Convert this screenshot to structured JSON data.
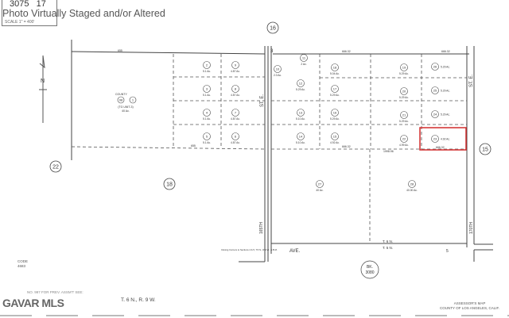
{
  "header": {
    "book": "3075",
    "page": "17",
    "scale": "SCALE 1\" = 400'"
  },
  "watermark": "Photo Virtually Staged and/or Altered",
  "logo": "GAVAR MLS",
  "highlight_color": "#d22b2b",
  "north_label": "N",
  "adjacent_pages": [
    "16",
    "22",
    "18",
    "15"
  ],
  "county_parcel": {
    "label": "COUNTY",
    "ref": "98",
    "number": "1",
    "note": "(TG UNIT-3)",
    "area": "40 Ac."
  },
  "parcels": [
    {
      "n": "2",
      "area": "5.1 Ac."
    },
    {
      "n": "3",
      "area": "5.1 Ac."
    },
    {
      "n": "4",
      "area": "5.1 Ac."
    },
    {
      "n": "5",
      "area": "5.1 Ac."
    },
    {
      "n": "9",
      "area": "4.87 Ac."
    },
    {
      "n": "8",
      "area": "4.87 Ac."
    },
    {
      "n": "7",
      "area": "4.87 Ac."
    },
    {
      "n": "6",
      "area": "4.87 Ac."
    },
    {
      "n": "10",
      "area": "2.0 Ac."
    },
    {
      "n": "11",
      "area": "2 Ac."
    },
    {
      "n": "12",
      "area": "5.29 Ac."
    },
    {
      "n": "13",
      "area": "5.10 Ac."
    },
    {
      "n": "14",
      "area": "5.10 Ac."
    },
    {
      "n": "18",
      "area": "5.04 Ac."
    },
    {
      "n": "17",
      "area": "5.29 Ac."
    },
    {
      "n": "16",
      "area": "5.29 Ac."
    },
    {
      "n": "15",
      "area": "4.92 Ac."
    },
    {
      "n": "19",
      "area": "5.29 Ac."
    },
    {
      "n": "20",
      "area": "5.29 Ac."
    },
    {
      "n": "21",
      "area": "5.29 Ac."
    },
    {
      "n": "22",
      "area": "4.99 Ac."
    },
    {
      "n": "26",
      "area": "5.29 Ac."
    },
    {
      "n": "25",
      "area": "5.29 Ac."
    },
    {
      "n": "24",
      "area": "5.29 Ac."
    },
    {
      "n": "23",
      "area": "4.92 Ac."
    },
    {
      "n": "27",
      "area": "40 Ac."
    },
    {
      "n": "28",
      "area": "40.00 Ac."
    }
  ],
  "dimensions": {
    "top_left": "655",
    "bottom_left": "655",
    "top_mid": "666.32",
    "top_right": "666.32",
    "bottom_mid": "666.32",
    "bottom_long": "1998.96",
    "bottom_right": "666.32"
  },
  "streets": {
    "east_st_left": "ST. E.",
    "east_st_right": "ST. E.",
    "ave": "AVE.",
    "w_165th": "165TH",
    "w_170th": "170TH"
  },
  "township_line": {
    "north": "T. 6 N.",
    "south": "T. 5 N."
  },
  "section_nums": {
    "a": "3",
    "b": "5"
  },
  "closing_corner_note": "Closing Corners to Sections 4 & 5, T.5 N., R.9 W., S.B.M.",
  "block_badge": {
    "label": "BK.",
    "number": "3080"
  },
  "code": {
    "label": "CODE",
    "value": "4683"
  },
  "footer": {
    "prev_assmt": "NO. 997 FOR PREV. ASSM'T SEE:",
    "township": "T. 6 N., R. 9 W.",
    "assessor_line1": "ASSESSOR'S MAP",
    "assessor_line2": "COUNTY OF LOS ANGELES, CALIF."
  }
}
